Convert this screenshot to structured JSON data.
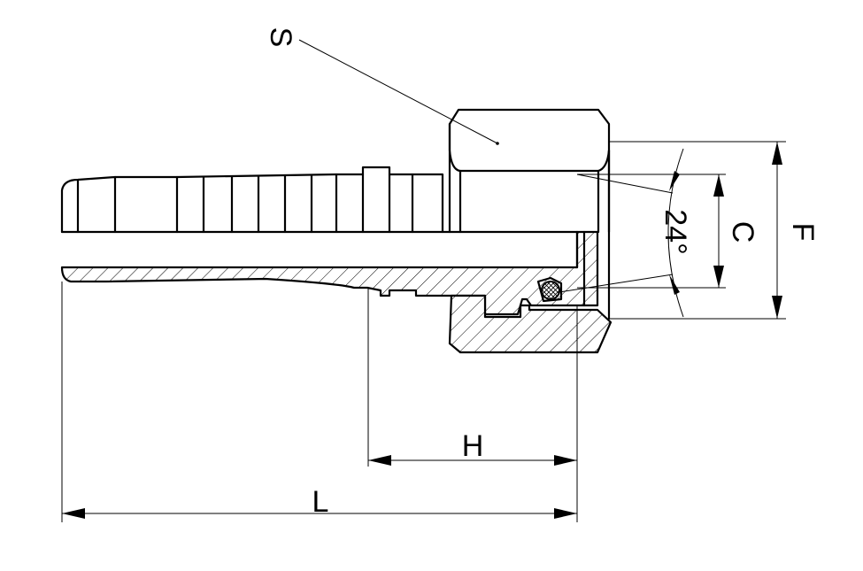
{
  "labels": {
    "s": "S",
    "c": "C",
    "f": "F",
    "h": "H",
    "l": "L",
    "angle": "24°"
  }
}
